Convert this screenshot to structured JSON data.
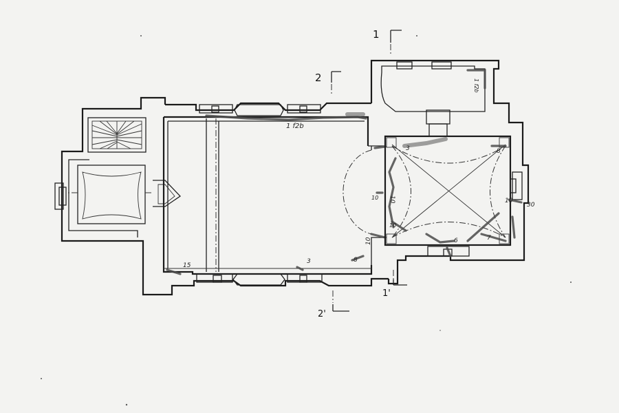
{
  "section_markers": [
    {
      "id": "1",
      "label": "1"
    },
    {
      "id": "2",
      "label": "2"
    },
    {
      "id": "1p",
      "label": "1'"
    },
    {
      "id": "2p",
      "label": "2'"
    }
  ],
  "crack_labels": [
    {
      "id": "c1",
      "text": "1 f2b"
    },
    {
      "id": "c2",
      "text": "3"
    },
    {
      "id": "c3",
      "text": "15"
    },
    {
      "id": "c4",
      "text": "8"
    },
    {
      "id": "c5",
      "text": "10"
    },
    {
      "id": "c6",
      "text": "10"
    },
    {
      "id": "c7",
      "text": "10"
    },
    {
      "id": "c8",
      "text": "3"
    },
    {
      "id": "c9",
      "text": "6"
    },
    {
      "id": "c10",
      "text": "7"
    },
    {
      "id": "c11",
      "text": "8"
    },
    {
      "id": "c12",
      "text": "10"
    },
    {
      "id": "c13",
      "text": "30"
    },
    {
      "id": "c14",
      "text": "10"
    },
    {
      "id": "c15",
      "text": "1 f2b"
    }
  ]
}
